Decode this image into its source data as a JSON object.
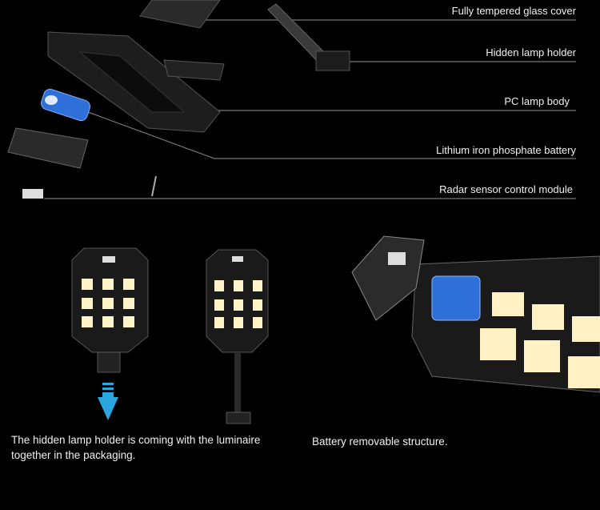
{
  "components": [
    {
      "label": "Fully tempered glass cover"
    },
    {
      "label": "Hidden lamp holder"
    },
    {
      "label": "PC lamp body"
    },
    {
      "label": "Lithium iron phosphate battery"
    },
    {
      "label": "Radar sensor control module"
    }
  ],
  "captions": {
    "holder_line1": "The hidden lamp holder is coming with the luminaire",
    "holder_line2": "together in the packaging.",
    "battery": "Battery removable structure."
  },
  "colors": {
    "background": "#000000",
    "accent_arrow": "#2aa7e0",
    "battery_blue": "#2f6fd8",
    "led": "#fff6cc"
  }
}
